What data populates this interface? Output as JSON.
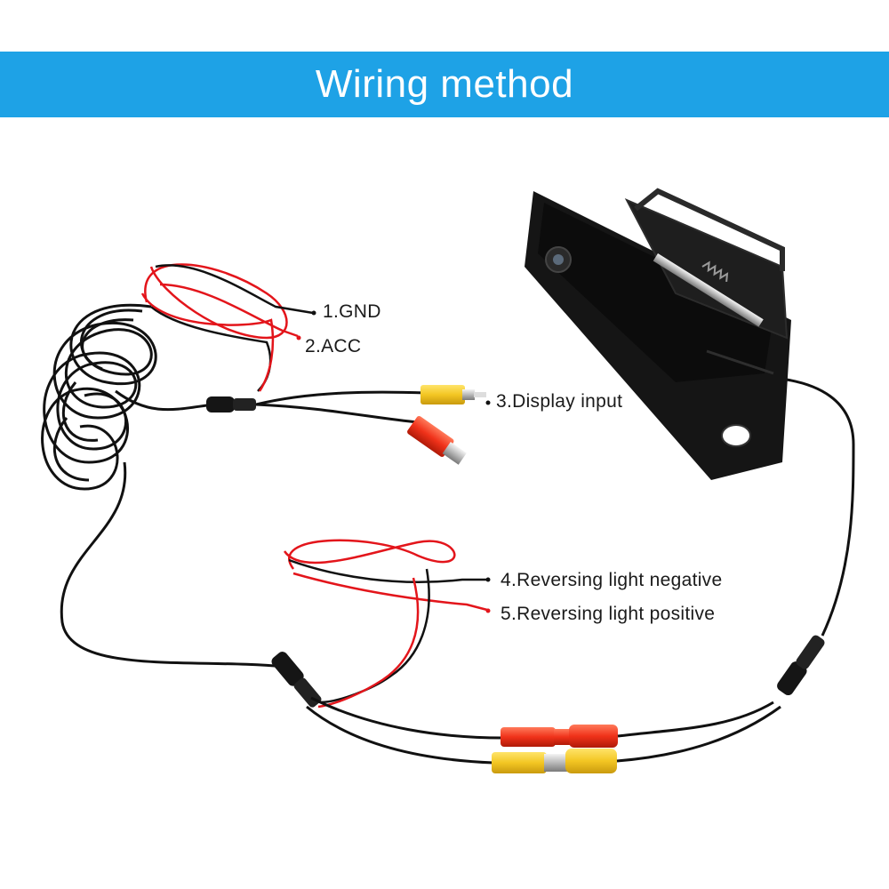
{
  "header": {
    "title": "Wiring method",
    "background_color": "#1ea2e6",
    "text_color": "#ffffff"
  },
  "labels": {
    "gnd": "1.GND",
    "acc": "2.ACC",
    "display_input": "3.Display input",
    "reversing_negative": "4.Reversing light negative",
    "reversing_positive": "5.Reversing light positive"
  },
  "colors": {
    "wire_black": "#111111",
    "wire_red": "#e3151b",
    "rca_yellow": "#f3c623",
    "dc_red": "#f0321a",
    "camera_body": "#151515"
  }
}
